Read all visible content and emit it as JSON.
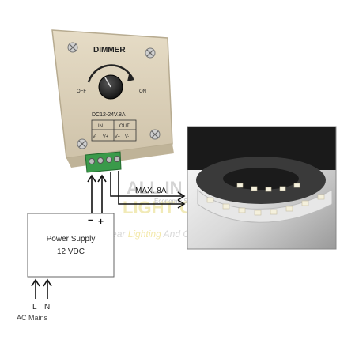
{
  "dimmer": {
    "title": "DIMMER",
    "off_label": "OFF",
    "on_label": "ON",
    "rating": "DC12-24V.8A",
    "in_label": "IN",
    "out_label": "OUT",
    "terminals": [
      "V-",
      "V+",
      "V+",
      "V-"
    ]
  },
  "max_label": "MAX. 8A",
  "power_supply": {
    "title": "Power Supply",
    "voltage": "12 VDC",
    "minus": "−",
    "plus": "+"
  },
  "mains": {
    "l": "L",
    "n": "N",
    "label": "AC Mains"
  },
  "watermark": {
    "brand": "ALL IN ONE",
    "brand2": "LIGHT CONTROL",
    "tagline": "Economic Solutions",
    "slogan_a": "Linear ",
    "slogan_b": "Lighting",
    "slogan_c": " And Control"
  },
  "colors": {
    "housing": "#d8cdb6",
    "housing_edge": "#b9ad94",
    "terminal_green": "#3a9a4a",
    "wire": "#111111",
    "knob": "#1b1b1b",
    "watermark_gray": "#c9c9c9",
    "watermark_accent": "#f2e6a0"
  }
}
